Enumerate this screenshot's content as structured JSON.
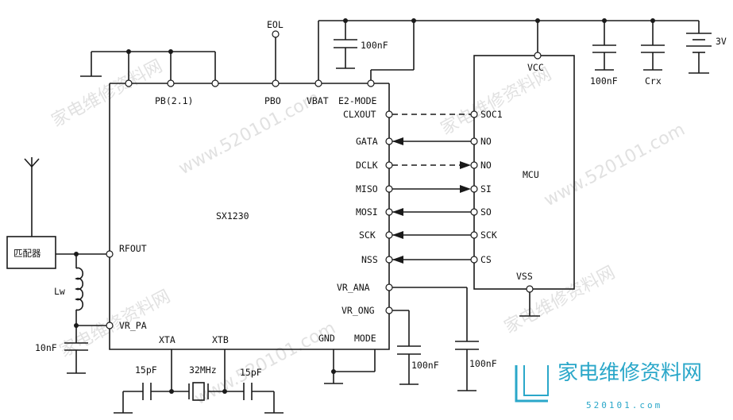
{
  "ic": {
    "name": "SX1230",
    "pins": {
      "pb": "PB(2.1)",
      "pbo": "PBO",
      "vbat": "VBAT",
      "e2mode": "E2-MODE",
      "clxout": "CLXOUT",
      "gata": "GATA",
      "dclk": "DCLK",
      "miso": "MISO",
      "mosi": "MOSI",
      "sck": "SCK",
      "nss": "NSS",
      "vr_ana": "VR_ANA",
      "vr_ong": "VR_ONG",
      "mode": "MODE",
      "gnd": "GND",
      "xtb": "XTB",
      "xta": "XTA",
      "vr_pa": "VR_PA",
      "rfout": "RFOUT"
    }
  },
  "mcu": {
    "name": "MCU",
    "pins": {
      "vcc": "VCC",
      "soc1": "SOC1",
      "no1": "NO",
      "no2": "NO",
      "si": "SI",
      "so": "SO",
      "sck": "SCK",
      "cs": "CS",
      "vss": "VSS"
    }
  },
  "components": {
    "eol": "EOL",
    "cap_top": "100nF",
    "cap_vcc": "100nF",
    "crx": "Crx",
    "battery": "3V",
    "matcher": "匹配器",
    "inductor": "Lw",
    "cap_pa": "10nF",
    "cap_ana": "100nF",
    "cap_ong": "100nF",
    "crystal": "32MHz",
    "cap_xta": "15pF",
    "cap_xtb": "15pF"
  },
  "watermark": {
    "text_cn": "家电维修资料网",
    "text_url": "www.520101.com",
    "brand_cn": "家电维修资料网",
    "brand_url": "520101.com"
  }
}
